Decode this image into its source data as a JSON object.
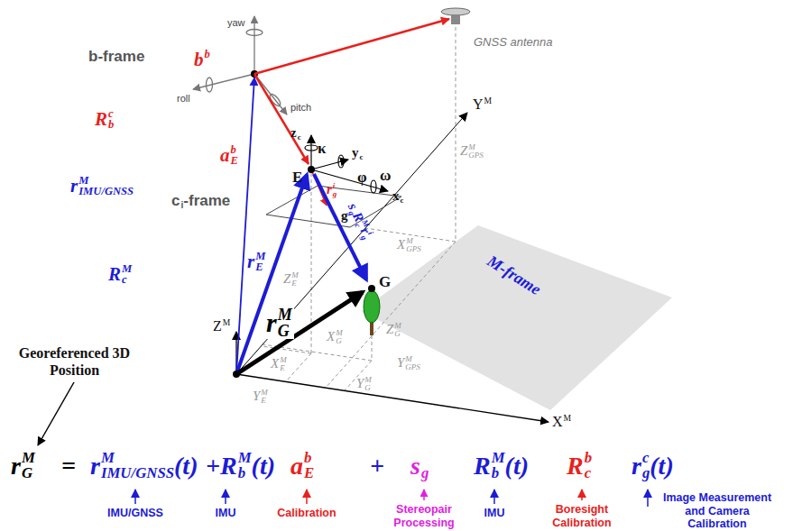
{
  "diagram": {
    "labels": [
      "GNSS antenna",
      "b",
      "b",
      "b-frame",
      "yaw",
      "roll",
      "pitch",
      "R",
      "b",
      "c",
      "r",
      "IMU/GNSS",
      "M",
      "a",
      "E",
      "b",
      "z",
      "c",
      "κ",
      "y",
      "c",
      "φ",
      "ω",
      "x",
      "c",
      "E",
      "r",
      "g",
      "i",
      "g",
      "c",
      "i",
      "-frame",
      "s",
      "g",
      "R",
      "c",
      "M",
      "r",
      "g",
      "i",
      "R",
      "c",
      "M",
      "r",
      "E",
      "M",
      "Z",
      "E",
      "M",
      "G",
      "Z",
      "GPS",
      "M",
      "Y",
      "M",
      "M-frame",
      "X",
      "GPS",
      "M",
      "Z",
      "M",
      "r",
      "G",
      "M",
      "X",
      "E",
      "M",
      "Y",
      "E",
      "M",
      "X",
      "G",
      "M",
      "Z",
      "G",
      "M",
      "Y",
      "G",
      "M",
      "Y",
      "GPS",
      "M",
      "X",
      "M",
      "Georeferenced 3D Position",
      "r",
      "G",
      "M",
      "=",
      "r",
      "IMU/GNSS",
      "M",
      "(t)",
      "+",
      "R",
      "b",
      "M",
      "(t)",
      "a",
      "E",
      "b",
      "+",
      "s",
      "g",
      "R",
      "b",
      "M",
      "(t)",
      "R",
      "c",
      "b",
      "r",
      "g",
      "c",
      "(t)",
      "IMU/GNSS",
      "IMU",
      "Calibration",
      "Stereopair Processing",
      "IMU",
      "Boresight Calibration",
      "Image Measurement and Camera Calibration"
    ]
  }
}
